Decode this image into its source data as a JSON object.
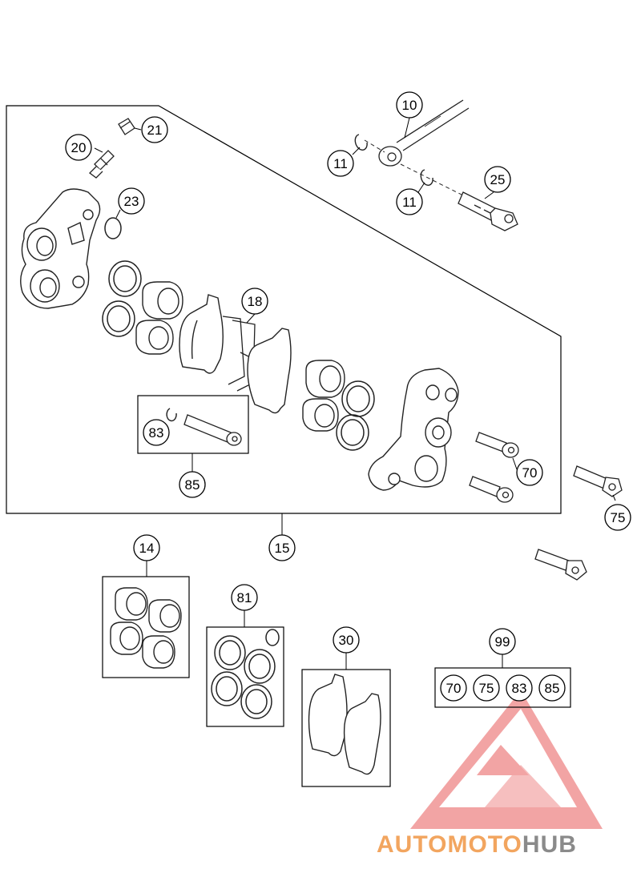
{
  "diagram": {
    "callouts": {
      "c10": "10",
      "c11a": "11",
      "c11b": "11",
      "c25": "25",
      "c20": "20",
      "c21": "21",
      "c23": "23",
      "c18": "18",
      "c83": "83",
      "c85": "85",
      "c70": "70",
      "c75": "75",
      "c15": "15",
      "c14": "14",
      "c81": "81",
      "c30": "30",
      "c99": "99",
      "k70": "70",
      "k75": "75",
      "k83": "83",
      "k85": "85"
    }
  },
  "watermark": {
    "part1": "AUTOMOTO",
    "part2": "HUB",
    "color_primary": "#f08a8a",
    "color_secondary": "#7a7a7a"
  }
}
